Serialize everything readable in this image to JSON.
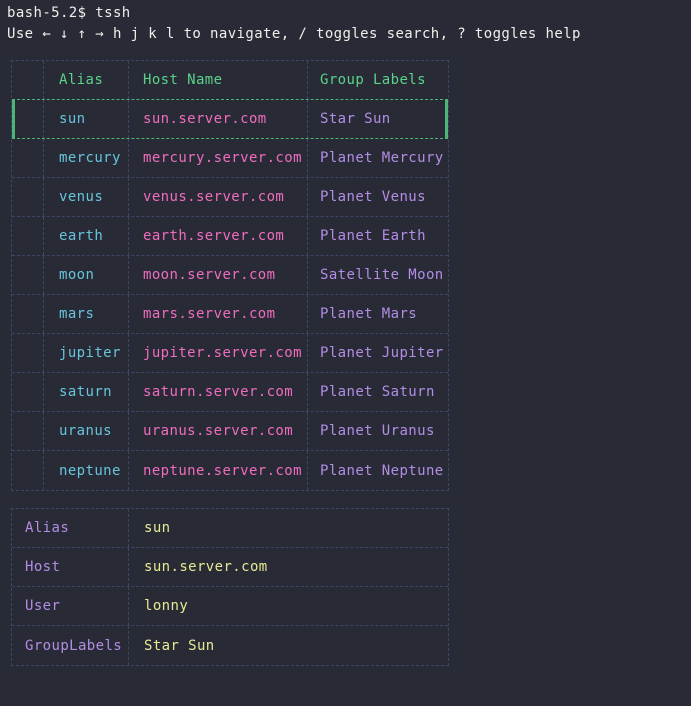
{
  "terminal": {
    "prompt_line": "bash-5.2$ tssh",
    "help_line": "Use ← ↓ ↑ → h j k l to navigate, / toggles search, ? toggles help"
  },
  "hosts_table": {
    "columns": {
      "select": "",
      "alias": "Alias",
      "host": "Host Name",
      "group": "Group Labels"
    },
    "selected_alias": "sun",
    "rows": [
      {
        "alias": "sun",
        "host": "sun.server.com",
        "group": "Star Sun"
      },
      {
        "alias": "mercury",
        "host": "mercury.server.com",
        "group": "Planet Mercury"
      },
      {
        "alias": "venus",
        "host": "venus.server.com",
        "group": "Planet Venus"
      },
      {
        "alias": "earth",
        "host": "earth.server.com",
        "group": "Planet Earth"
      },
      {
        "alias": "moon",
        "host": "moon.server.com",
        "group": "Satellite Moon"
      },
      {
        "alias": "mars",
        "host": "mars.server.com",
        "group": "Planet Mars"
      },
      {
        "alias": "jupiter",
        "host": "jupiter.server.com",
        "group": "Planet Jupiter"
      },
      {
        "alias": "saturn",
        "host": "saturn.server.com",
        "group": "Planet Saturn"
      },
      {
        "alias": "uranus",
        "host": "uranus.server.com",
        "group": "Planet Uranus"
      },
      {
        "alias": "neptune",
        "host": "neptune.server.com",
        "group": "Planet Neptune"
      }
    ]
  },
  "detail_panel": {
    "rows": [
      {
        "label": "Alias",
        "value": "sun"
      },
      {
        "label": "Host",
        "value": "sun.server.com"
      },
      {
        "label": "User",
        "value": "lonny"
      },
      {
        "label": "GroupLabels",
        "value": "Star Sun"
      }
    ]
  },
  "colors": {
    "background": "#282a36",
    "foreground": "#eef0ea",
    "border": "#3f4566",
    "accent_green": "#5bd289",
    "selection_green": "#4fb478",
    "alias_cyan": "#68c4db",
    "host_pink": "#ef6dbf",
    "group_purple": "#b38de4",
    "value_yellow": "#e6eb93"
  }
}
